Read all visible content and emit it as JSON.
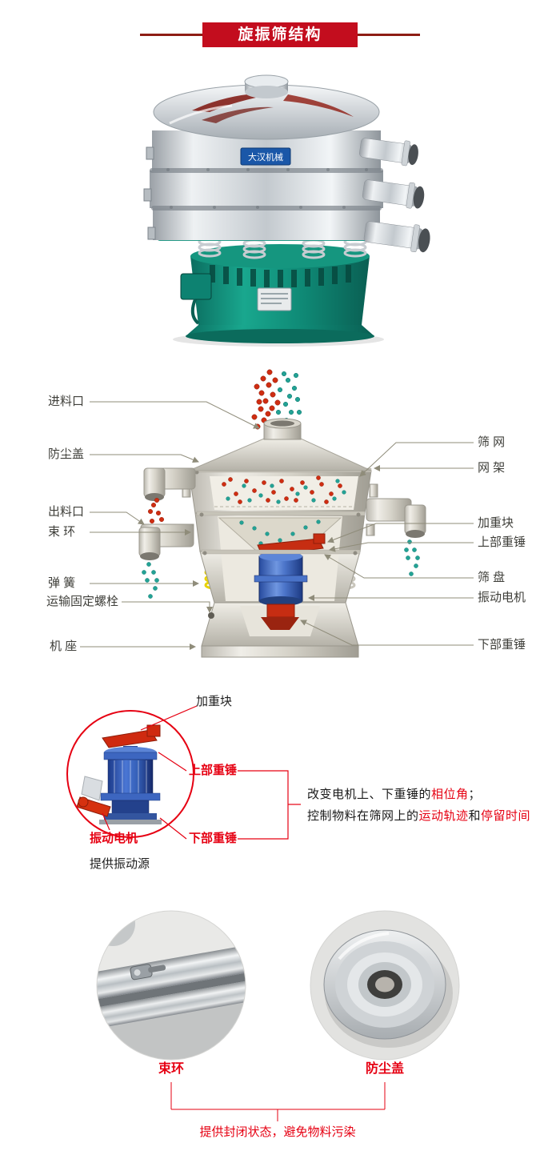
{
  "colors": {
    "banner_red": "#c30d1e",
    "rule_dark_red": "#8e1d14",
    "accent_red": "#e60012",
    "machine_teal": "#16a085",
    "motor_blue": "#2a4a9c",
    "callout_line": "#8f8c7a"
  },
  "header": {
    "title": "旋振筛结构"
  },
  "product_photo": {
    "badge": "大汉机械"
  },
  "diagram": {
    "left_labels": [
      "进料口",
      "防尘盖",
      "出料口",
      "束 环",
      "弹 簧",
      "运输固定螺栓",
      "机 座"
    ],
    "right_labels": [
      "筛 网",
      "网 架",
      "加重块",
      "上部重锤",
      "筛 盘",
      "振动电机",
      "下部重锤"
    ]
  },
  "motor_section": {
    "weight_label": "加重块",
    "upper_hammer_label": "上部重锤",
    "motor_label": "振动电机",
    "lower_hammer_label": "下部重锤",
    "caption": "提供振动源",
    "desc": {
      "l1a": "改变电机上、下重锤的",
      "l1b": "相位角",
      "l1c": "；",
      "l2a": "控制物料在筛网上的",
      "l2b": "运动轨迹",
      "l2c": "和",
      "l2d": "停留时间"
    }
  },
  "bottom": {
    "left_label": "束环",
    "right_label": "防尘盖",
    "caption": "提供封闭状态，避免物料污染"
  }
}
